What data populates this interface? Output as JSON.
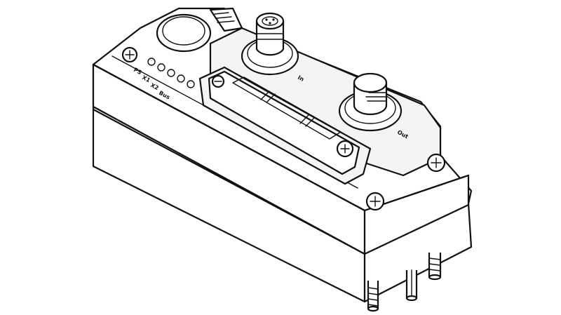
{
  "figure": {
    "led_labels": [
      "PS",
      "X1",
      "X2",
      "Bus"
    ],
    "port_labels": {
      "in": "In",
      "out": "Out"
    }
  }
}
